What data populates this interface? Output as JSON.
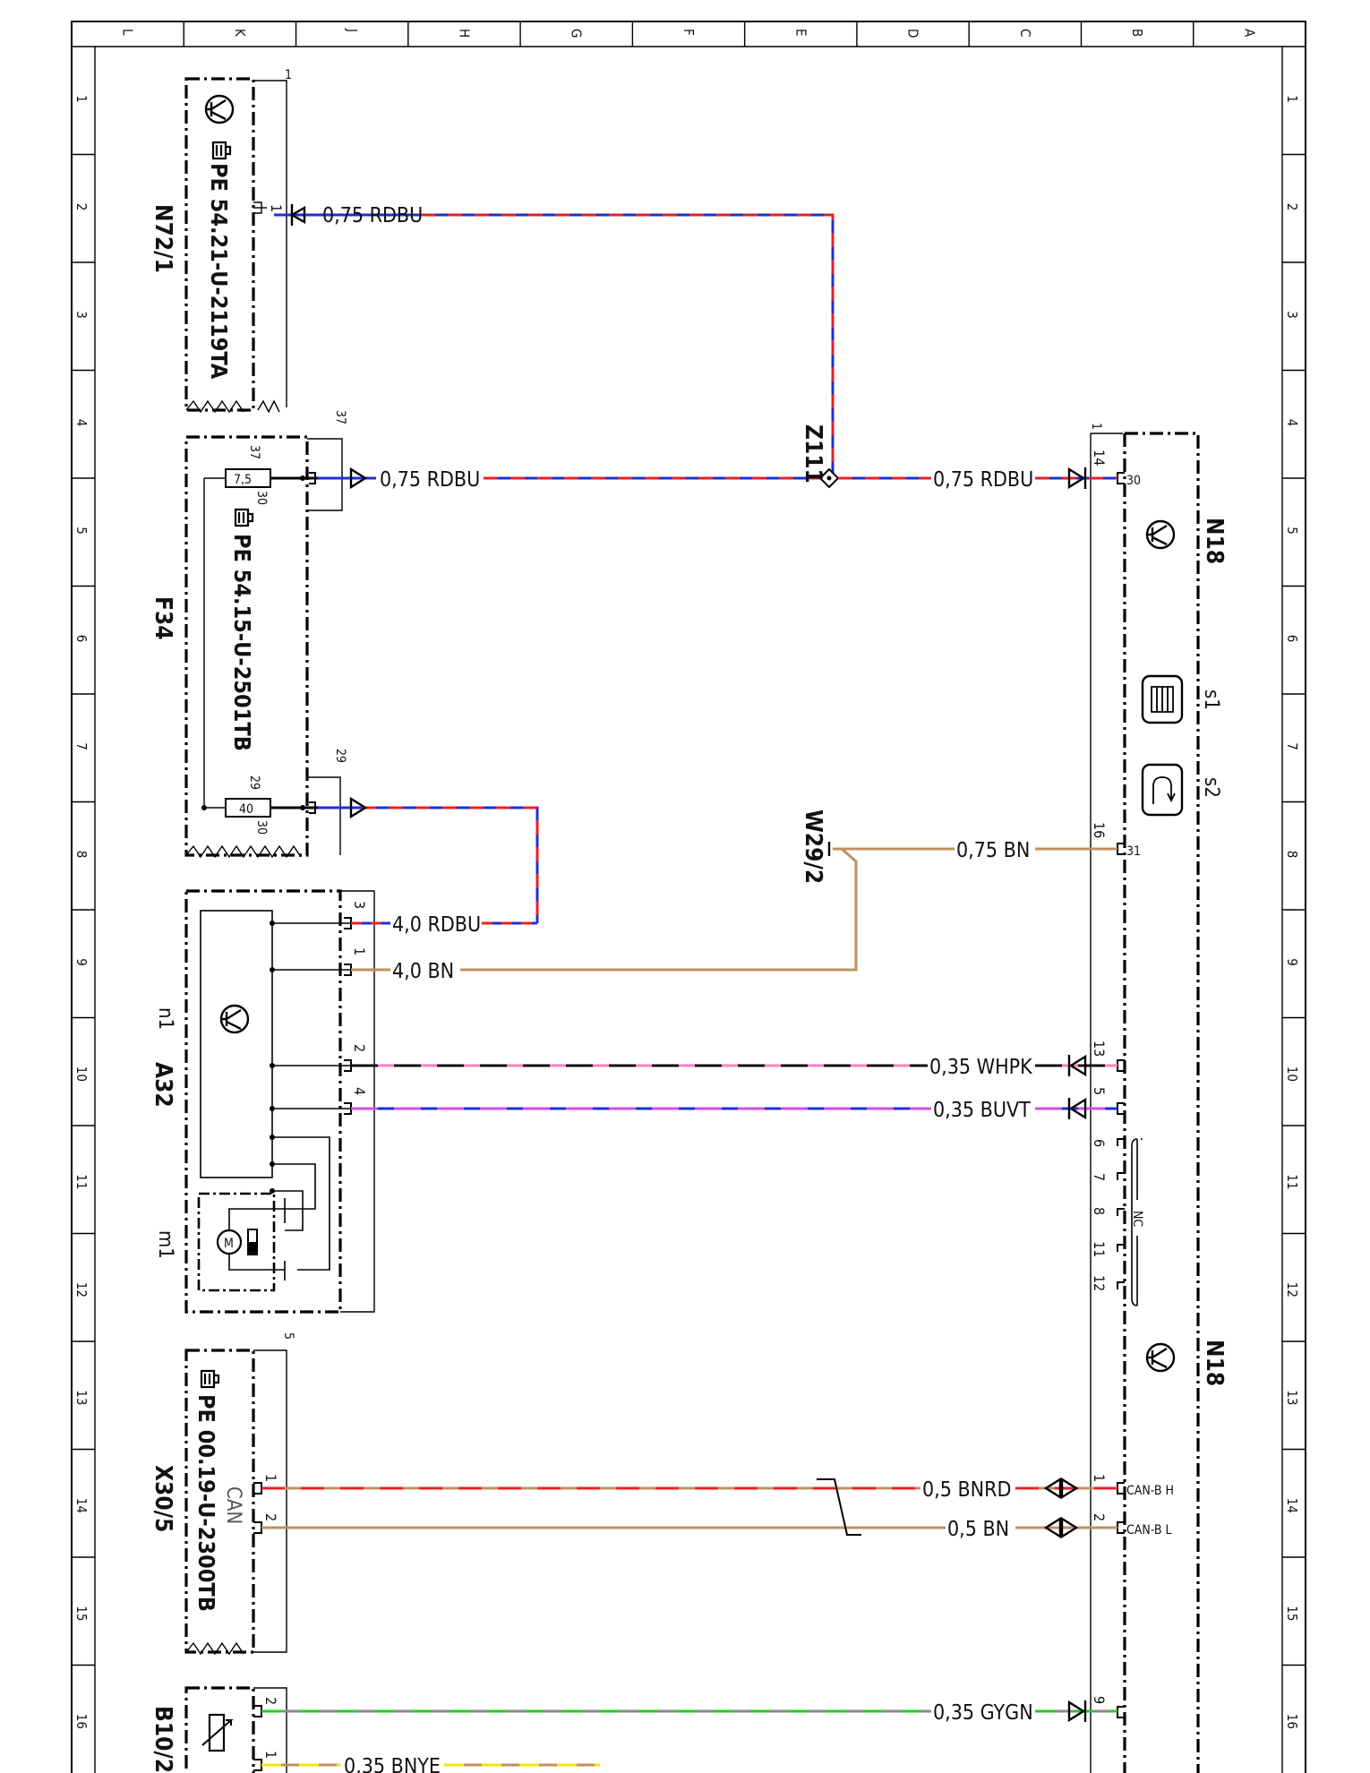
{
  "grid": {
    "columns": [
      "L",
      "K",
      "J",
      "H",
      "G",
      "F",
      "E",
      "D",
      "C",
      "B",
      "A"
    ],
    "rows": [
      "1",
      "2",
      "3",
      "4",
      "5",
      "6",
      "7",
      "8",
      "9",
      "10",
      "11",
      "12",
      "13",
      "14",
      "15",
      "16"
    ]
  },
  "components": {
    "n72": {
      "name": "N72/1",
      "doc": "PE 54.21-U-2119TA",
      "box_num": "1"
    },
    "f34": {
      "name": "F34",
      "doc": "PE 54.15-U-2501TB",
      "pin_a": "37",
      "pin_b": "29",
      "fuse1": "7,5",
      "fuse2": "40",
      "term_a": "30",
      "term_b": "30",
      "inner_a": "37",
      "inner_b": "29"
    },
    "a32": {
      "name": "A32",
      "sub1": "n1",
      "sub2": "m1"
    },
    "x30": {
      "name": "X30/5",
      "doc": "PE 00.19-U-2300TB",
      "box_num": "5",
      "can_label": "CAN"
    },
    "b10": {
      "name": "B10/2"
    },
    "n18_top": {
      "name": "N18",
      "box_num": "1",
      "s1": "s1",
      "s2": "s2"
    },
    "n18_bottom": {
      "name": "N18"
    },
    "z111": {
      "name": "Z111"
    },
    "w29": {
      "name": "W29/2"
    }
  },
  "wires": {
    "w1": "0,75 RDBU",
    "w2": "0,75 RDBU",
    "w3": "0,75 RDBU",
    "w4": "0,75 BN",
    "w5": "4,0 RDBU",
    "w6": "4,0 BN",
    "w7": "0,35 WHPK",
    "w8": "0,35 BUVT",
    "w9": "0,5 BNRD",
    "w10": "0,5 BN",
    "w11": "0,35 GYGN",
    "w12": "0,35 BNYE"
  },
  "pins": {
    "n72_p1": "1",
    "a32_p3": "3",
    "a32_p1": "1",
    "a32_p2": "2",
    "a32_p4": "4",
    "x30_p1": "1",
    "x30_p2": "2",
    "b10_p2": "2",
    "b10_p1": "1",
    "n18_14": "14",
    "n18_30": "30",
    "n18_16": "16",
    "n18_31": "31",
    "n18_13": "13",
    "n18_5": "5",
    "n18_nc_pins": [
      "6",
      "7",
      "8",
      "11",
      "12"
    ],
    "n18_nc": "NC",
    "n18_1": "1",
    "n18_2": "2",
    "n18_can_h": "CAN-B H",
    "n18_can_l": "CAN-B L",
    "n18_9": "9"
  },
  "colors": {
    "red": "#e8202a",
    "blue": "#1c2fd6",
    "brown": "#c09060",
    "pink": "#ff80c0",
    "violet": "#d050e0",
    "grey": "#8a8a8a",
    "green": "#22cc22",
    "yellow": "#f2e600"
  }
}
